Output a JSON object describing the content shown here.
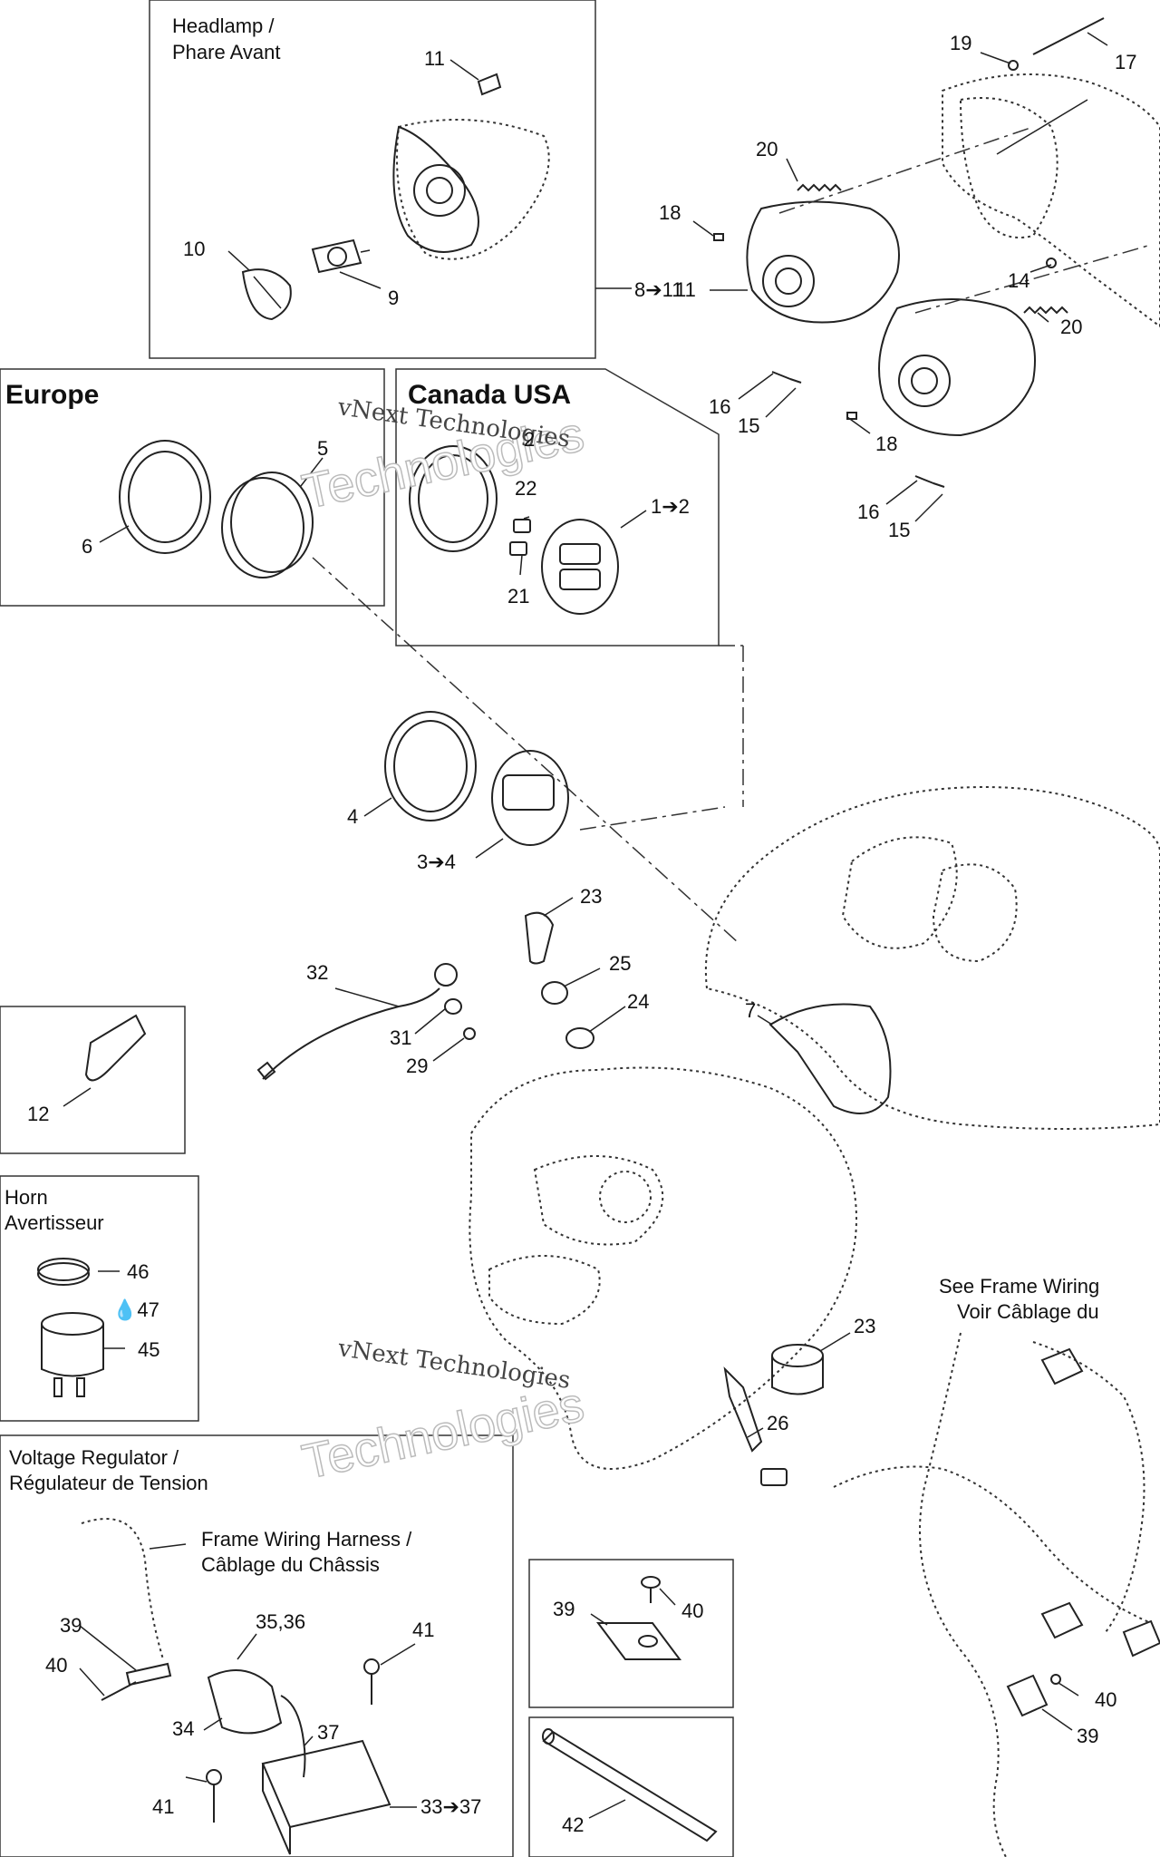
{
  "boxes": {
    "headlamp_title_1": "Headlamp /",
    "headlamp_title_2": "Phare Avant",
    "europe": "Europe",
    "canada_usa": "Canada USA",
    "horn_1": "Horn",
    "horn_2": "Avertisseur",
    "vreg_1": "Voltage Regulator /",
    "vreg_2": "Régulateur de Tension",
    "frame_1": "Frame Wiring Harness /",
    "frame_2": "Câblage du Châssis",
    "see_frame_1": "See Frame Wiring",
    "see_frame_2": "Voir Câblage du"
  },
  "watermark": {
    "upper": "vNext Technologies",
    "upper_big": "Technologies",
    "lower": "vNext Technologies",
    "lower_big": "Technologies"
  },
  "callouts": {
    "c11a": "11",
    "c10": "10",
    "c9": "9",
    "c8_11": "8➔11",
    "c19": "19",
    "c17": "17",
    "c20a": "20",
    "c18a": "18",
    "c8b": "11",
    "c14": "14",
    "c20b": "20",
    "c16a": "16",
    "c15a": "15",
    "c18b": "18",
    "c16b": "16",
    "c15b": "15",
    "c2": "2",
    "c5": "5",
    "c6": "6",
    "c22": "22",
    "c21": "21",
    "c1_2": "1➔2",
    "c4": "4",
    "c3_4": "3➔4",
    "c23a": "23",
    "c25": "25",
    "c24": "24",
    "c32": "32",
    "c31": "31",
    "c29": "29",
    "c7": "7",
    "c12": "12",
    "c46": "46",
    "c47": "💧47",
    "c45": "45",
    "c23b": "23",
    "c26": "26",
    "c39a": "39",
    "c40a": "40",
    "c35_36": "35,36",
    "c41a": "41",
    "c34": "34",
    "c37": "37",
    "c41b": "41",
    "c33_37": "33➔37",
    "c39b": "39",
    "c40b": "40",
    "c42": "42",
    "c40c": "40",
    "c39c": "39"
  }
}
